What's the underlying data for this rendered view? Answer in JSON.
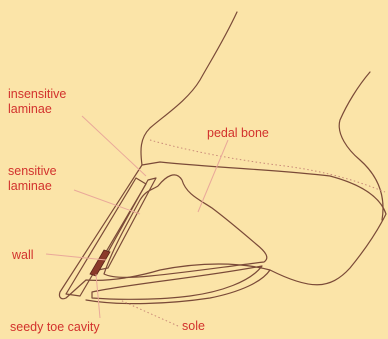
{
  "labels": {
    "insensitive_laminae_1": "insensitive",
    "insensitive_laminae_2": "laminae",
    "sensitive_laminae_1": "sensitive",
    "sensitive_laminae_2": "laminae",
    "wall": "wall",
    "pedal_bone": "pedal bone",
    "seedy_toe_cavity": "seedy toe cavity",
    "sole": "sole"
  },
  "colors": {
    "background": "#fbe4a8",
    "label_text": "#d2322d",
    "outline": "#7a4a38",
    "bone_fill": "#e9c99a",
    "cavity_fill": "#8a3a2a"
  }
}
